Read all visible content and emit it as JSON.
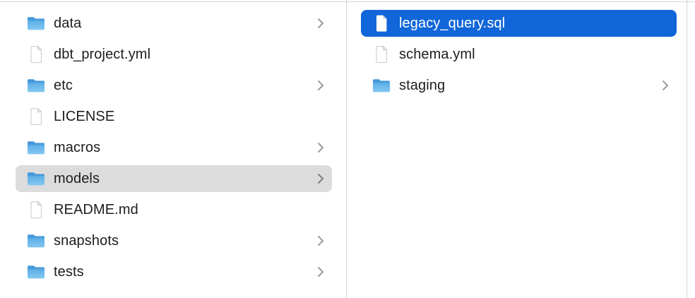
{
  "window": {
    "app": "Finder",
    "view": "column-view"
  },
  "colors": {
    "selection_blue": "#1166d9",
    "selection_gray": "#dcdcdc",
    "divider": "#d6d6d6",
    "text": "#1d1d1f",
    "selected_text": "#ffffff",
    "chevron": "#9b9b9b",
    "folder_blue_top": "#4697da",
    "folder_blue_body": "#6db8ec"
  },
  "columns": [
    {
      "id": "left",
      "items": [
        {
          "label": "data",
          "icon": "folder-icon",
          "chevron": true,
          "selected": false
        },
        {
          "label": "dbt_project.yml",
          "icon": "file-icon",
          "chevron": false,
          "selected": false
        },
        {
          "label": "etc",
          "icon": "folder-icon",
          "chevron": true,
          "selected": false
        },
        {
          "label": "LICENSE",
          "icon": "file-icon",
          "chevron": false,
          "selected": false
        },
        {
          "label": "macros",
          "icon": "folder-icon",
          "chevron": true,
          "selected": false
        },
        {
          "label": "models",
          "icon": "folder-icon",
          "chevron": true,
          "selected": "gray-unfocused"
        },
        {
          "label": "README.md",
          "icon": "file-icon",
          "chevron": false,
          "selected": false
        },
        {
          "label": "snapshots",
          "icon": "folder-icon",
          "chevron": true,
          "selected": false
        },
        {
          "label": "tests",
          "icon": "folder-icon",
          "chevron": true,
          "selected": false
        }
      ]
    },
    {
      "id": "right",
      "items": [
        {
          "label": "legacy_query.sql",
          "icon": "file-icon",
          "chevron": false,
          "selected": "blue-focused"
        },
        {
          "label": "schema.yml",
          "icon": "file-icon",
          "chevron": false,
          "selected": false
        },
        {
          "label": "staging",
          "icon": "folder-icon",
          "chevron": true,
          "selected": false
        }
      ]
    }
  ]
}
